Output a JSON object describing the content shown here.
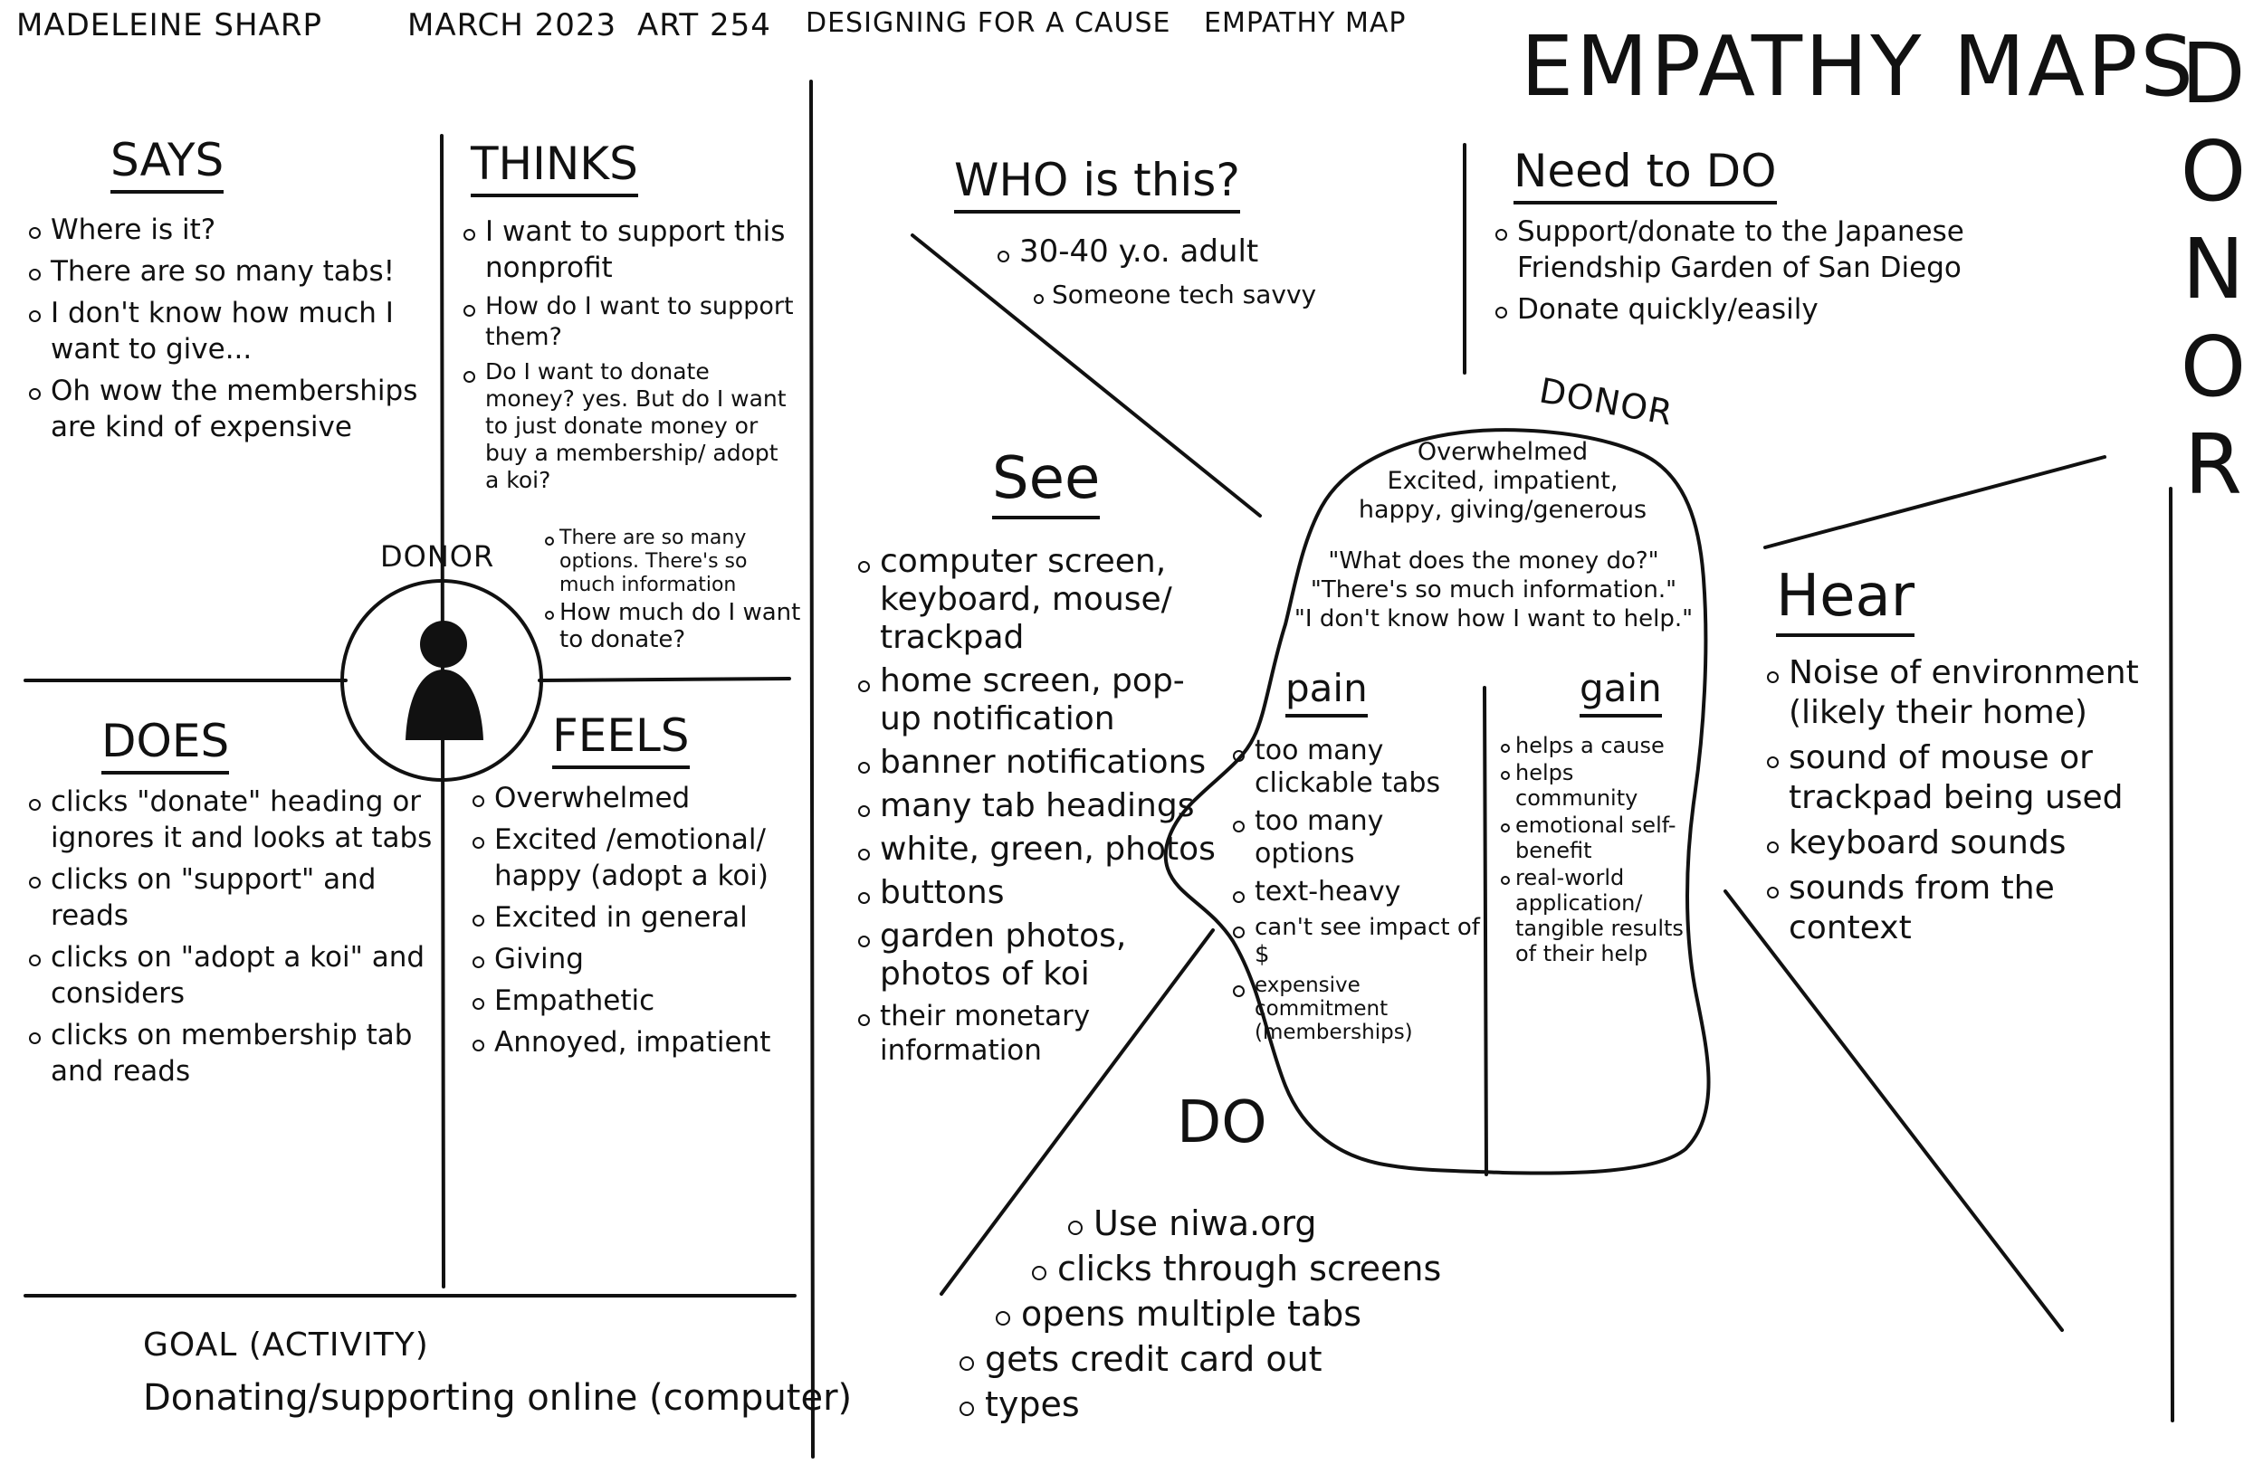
{
  "header": {
    "author": "MADELEINE SHARP",
    "date": "MARCH 2023",
    "course": "ART 254",
    "project": "DESIGNING FOR A CAUSE",
    "doc_type": "EMPATHY MAP"
  },
  "title": "EMPATHY MAPS",
  "vertical_label": [
    "D",
    "O",
    "N",
    "O",
    "R"
  ],
  "left_map": {
    "persona_label": "DONOR",
    "says": {
      "heading": "SAYS",
      "items": [
        "Where is it?",
        "There are so many tabs!",
        "I don't know how much I want to give...",
        "Oh wow the memberships are kind of expensive"
      ]
    },
    "thinks": {
      "heading": "THINKS",
      "items": [
        "I want to support this nonprofit",
        "How do I want to support them?",
        "Do I want to donate money? yes. But do I want to just donate money or buy a membership/ adopt a koi?"
      ],
      "subitems": [
        "There are so many options. There's so much information",
        "How much do I want to donate?"
      ]
    },
    "does": {
      "heading": "DOES",
      "items": [
        "clicks \"donate\" heading or ignores it and looks at tabs",
        "clicks on \"support\" and reads",
        "clicks on \"adopt a koi\" and considers",
        "clicks on membership tab and reads"
      ]
    },
    "feels": {
      "heading": "FEELS",
      "items": [
        "Overwhelmed",
        "Excited /emotional/ happy (adopt a koi)",
        "Excited in general",
        "Giving",
        "Empathetic",
        "Annoyed, impatient"
      ]
    },
    "goal": {
      "label": "GOAL (ACTIVITY)",
      "text": "Donating/supporting online (computer)"
    }
  },
  "right_map": {
    "who": {
      "heading": "WHO is this?",
      "items": [
        "30-40 y.o. adult"
      ],
      "subitems": [
        "Someone tech savvy"
      ]
    },
    "need": {
      "heading": "Need to DO",
      "items": [
        "Support/donate to the Japanese Friendship Garden of San Diego",
        "Donate quickly/easily"
      ]
    },
    "see": {
      "heading": "See",
      "items": [
        "computer screen, keyboard, mouse/ trackpad",
        "home screen, pop-up notification",
        "banner notifications",
        "many tab headings",
        "white, green, photos",
        "buttons",
        "garden photos, photos of koi",
        "their monetary information"
      ]
    },
    "hear": {
      "heading": "Hear",
      "items": [
        "Noise of environment (likely their home)",
        "sound of mouse or trackpad being used",
        "keyboard sounds",
        "sounds from the context"
      ]
    },
    "do": {
      "heading": "DO",
      "items": [
        "Use niwa.org",
        "clicks through screens",
        "opens multiple tabs",
        "gets credit card out",
        "types"
      ]
    },
    "head": {
      "label": "DONOR",
      "feelings": [
        "Overwhelmed",
        "Excited, impatient,",
        "happy, giving/generous"
      ],
      "quotes": [
        "\"What does the money do?\"",
        "\"There's so much information.\"",
        "\"I don't know how I want to help.\""
      ],
      "pain": {
        "heading": "pain",
        "items": [
          "too many clickable tabs",
          "too many options",
          "text-heavy",
          "can't see impact of $",
          "expensive commitment (memberships)"
        ]
      },
      "gain": {
        "heading": "gain",
        "items": [
          "helps a cause",
          "helps community",
          "emotional self-benefit",
          "real-world application/ tangible results of their help"
        ]
      }
    }
  }
}
